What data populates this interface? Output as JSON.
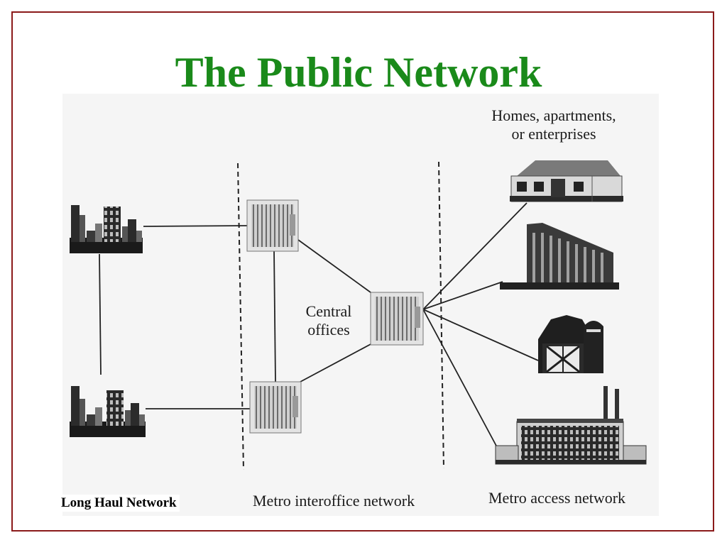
{
  "slide": {
    "title": "The Public Network",
    "long_haul_label": "Long Haul Network",
    "metro_interoffice_label": "Metro interoffice network",
    "metro_access_label": "Metro access network",
    "central_offices_line1": "Central",
    "central_offices_line2": "offices",
    "homes_line1": "Homes, apartments,",
    "homes_line2": "or enterprises",
    "colors": {
      "title": "#1a8a1a",
      "border": "#8b1a1a"
    }
  },
  "icons": {
    "city": "city-skyline-icon",
    "switch": "central-office-switch-icon",
    "house": "house-icon",
    "apartment": "apartment-building-icon",
    "barn": "barn-icon",
    "factory": "factory-icon"
  }
}
